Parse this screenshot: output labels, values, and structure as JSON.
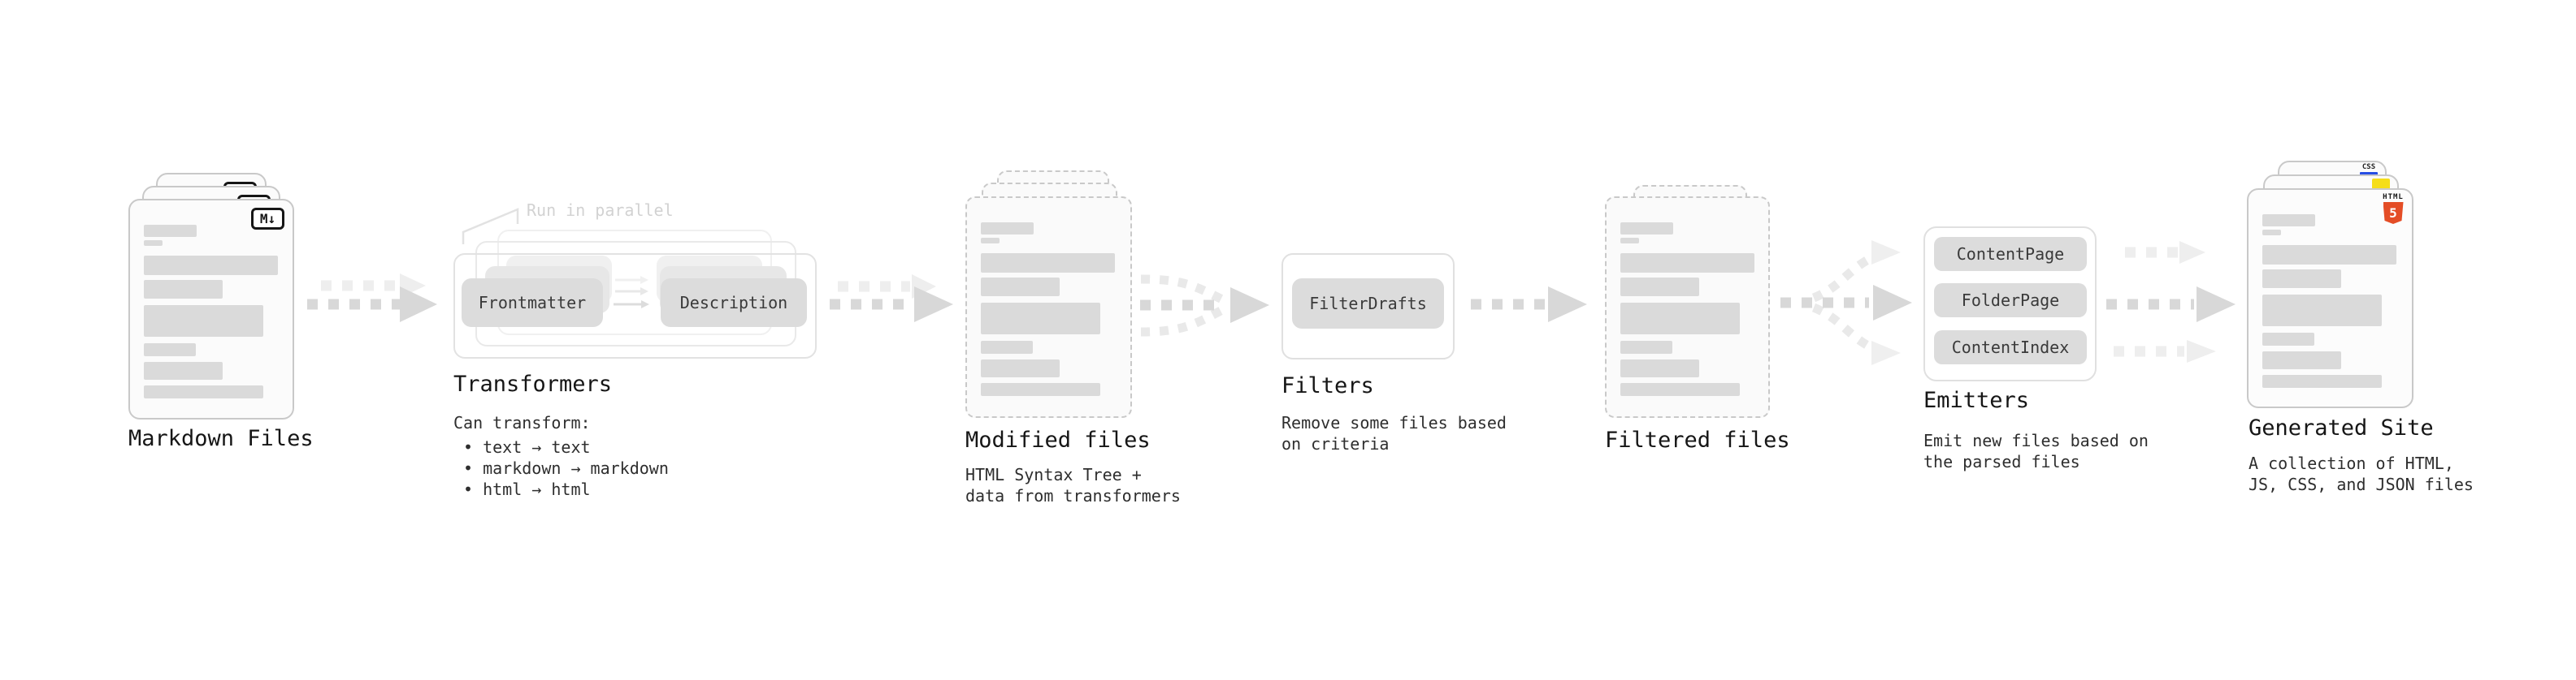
{
  "nodes": {
    "markdown": {
      "title": "Markdown Files",
      "badge": "M↓"
    },
    "transformers": {
      "title": "Transformers",
      "note": "Run in parallel",
      "pill_from": "Frontmatter",
      "pill_to": "Description",
      "desc_heading": "Can transform:",
      "bullets": [
        "• text → text",
        "• markdown → markdown",
        "• html → html"
      ]
    },
    "modified": {
      "title": "Modified files",
      "desc": [
        "HTML Syntax Tree +",
        "data from transformers"
      ]
    },
    "filters": {
      "title": "Filters",
      "pill": "FilterDrafts",
      "desc": [
        "Remove some files based",
        "on criteria"
      ]
    },
    "filtered": {
      "title": "Filtered files"
    },
    "emitters": {
      "title": "Emitters",
      "pills": [
        "ContentPage",
        "FolderPage",
        "ContentIndex"
      ],
      "desc": [
        "Emit new files based on",
        "the parsed files"
      ]
    },
    "generated": {
      "title": "Generated Site",
      "desc": [
        "A collection of HTML,",
        "JS, CSS, and JSON files"
      ],
      "css_badge": "CSS",
      "html_badge": "HTML",
      "html_number": "5"
    }
  },
  "colors": {
    "html5_orange": "#e44d26",
    "css_blue": "#264de4",
    "js_yellow": "#f5de19"
  }
}
